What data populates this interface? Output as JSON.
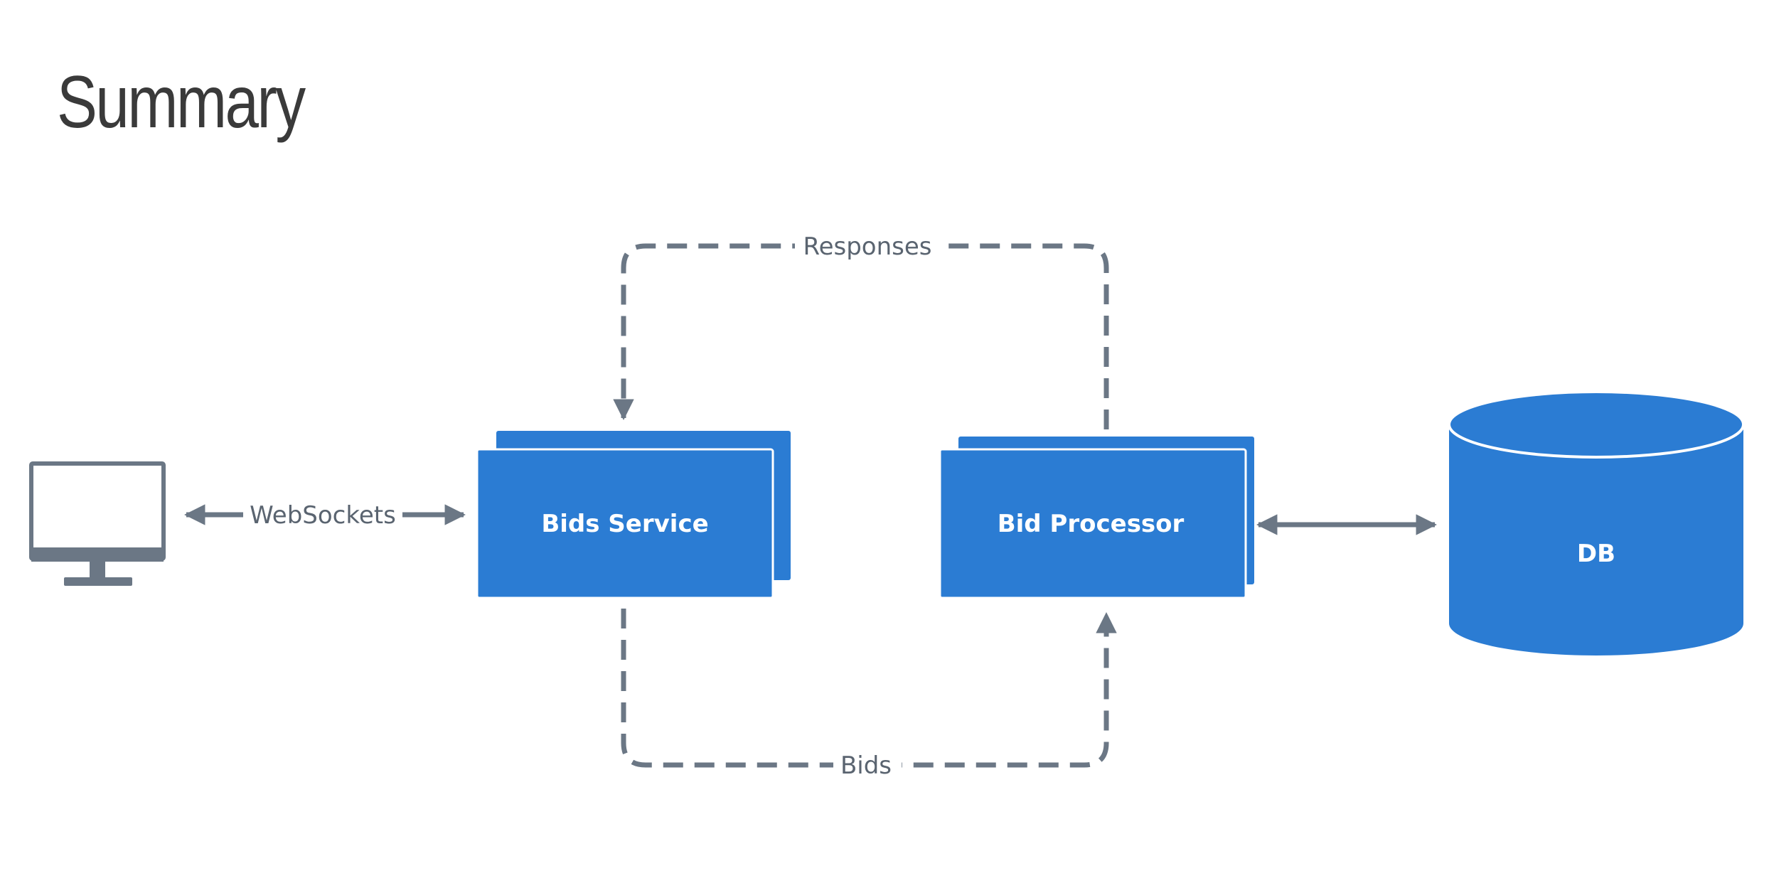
{
  "slide": {
    "title": "Summary"
  },
  "diagram": {
    "nodes": {
      "client": {
        "icon": "monitor-icon"
      },
      "bids_service": {
        "label": "Bids Service"
      },
      "bid_processor": {
        "label": "Bid Processor"
      },
      "db": {
        "label": "DB"
      }
    },
    "edges": {
      "websockets": {
        "label": "WebSockets"
      },
      "responses": {
        "label": "Responses"
      },
      "bids": {
        "label": "Bids"
      }
    }
  },
  "colors": {
    "box_fill": "#2b7cd3",
    "connector": "#6b7785",
    "title_text": "#3a3a3a",
    "background": "#ffffff"
  }
}
